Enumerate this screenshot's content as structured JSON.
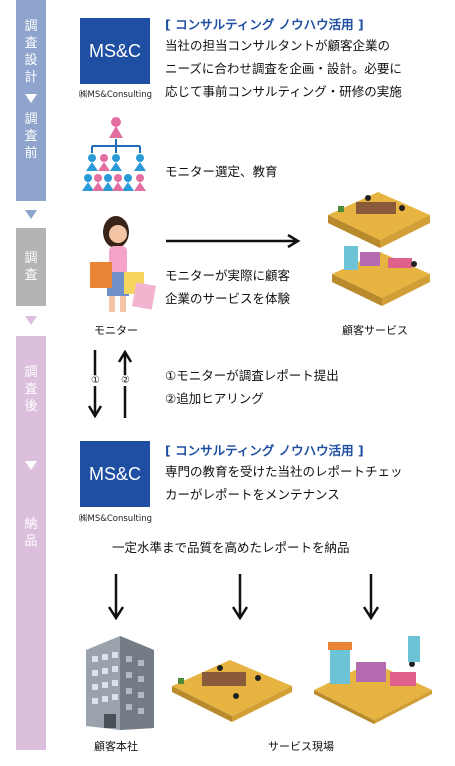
{
  "phases": {
    "plan": [
      "調",
      "査",
      "設",
      "計"
    ],
    "pre": [
      "調",
      "査",
      "前"
    ],
    "survey": [
      "調",
      "査"
    ],
    "post": [
      "調",
      "査",
      "後"
    ],
    "delivery": [
      "納",
      "品"
    ]
  },
  "colors": {
    "plan": "#8ea4cc",
    "survey": "#b4b4b4",
    "post": "#dcbfdd",
    "brand": "#1f4fa3"
  },
  "logo": {
    "text": "MS&C",
    "caption": "㈱MS&Consulting"
  },
  "section1": {
    "heading": "[ コンサルティング ノウハウ活用 ]",
    "lines": [
      "当社の担当コンサルタントが顧客企業の",
      "ニーズに合わせ調査を企画・設計。必要に",
      "応じて事前コンサルティング・研修の実施"
    ]
  },
  "monitor_select": "モニター選定、教育",
  "survey": {
    "lines": [
      "モニターが実際に顧客",
      "企業のサービスを体験"
    ],
    "monitor_caption": "モニター",
    "service_caption": "顧客サービス"
  },
  "post": {
    "arrow_labels": [
      "①",
      "②"
    ],
    "lines": [
      "①モニターが調査レポート提出",
      "②追加ヒアリング"
    ]
  },
  "section2": {
    "heading": "[ コンサルティング ノウハウ活用 ]",
    "lines": [
      "専門の教育を受けた当社のレポートチェッ",
      "カーがレポートをメンテナンス"
    ]
  },
  "delivery": {
    "text": "一定水準まで品質を高めたレポートを納品",
    "hq_caption": "顧客本社",
    "site_caption": "サービス現場"
  }
}
